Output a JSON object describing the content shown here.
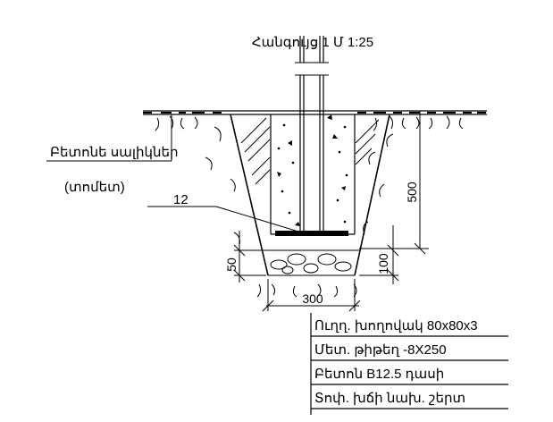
{
  "title": "Հանգույց 1 Մ 1:25",
  "label_concrete_slabs": "Բետոնե սալիկներ",
  "label_concrete_slabs_sub": "(տոմետ)",
  "label_item_number": "12",
  "dimensions": {
    "depth": "500",
    "base_width": "300",
    "base_layer": "50",
    "gravel_layer": "100"
  },
  "legend_items": [
    "Ուղղ. խողովակ 80x80x3",
    "Մետ. թիթեղ -8X250",
    "Բետոն B12.5 դասի",
    "Տոփ. խճի նախ. շերտ"
  ],
  "colors": {
    "line": "#000000",
    "background": "#ffffff"
  }
}
